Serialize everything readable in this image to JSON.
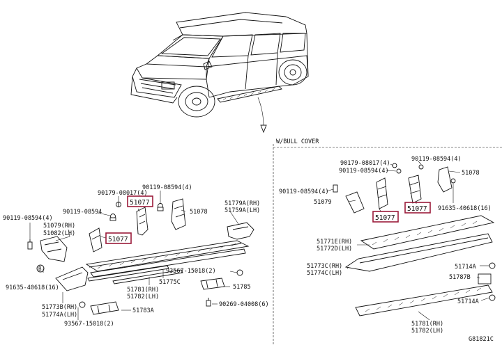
{
  "section_title": "W/BULL COVER",
  "footer_code": "G81821C",
  "callout_letter": "B",
  "colors": {
    "highlight_box": "#9b1b3a",
    "line": "#111111",
    "background": "#ffffff"
  },
  "left": {
    "p90179": "90179-08017(4)",
    "p90119a": "90119-08594(4)",
    "p51077_top": "51077",
    "p51078": "51078",
    "p90119b": "90119-08594",
    "p51077_mid": "51077",
    "p90119c": "90119-08594(4)",
    "p51079": "51079(RH)",
    "p51080": "51082(LH)",
    "p51779a": "51779A(RH)",
    "p51759a": "51759A(LH)",
    "p93567a": "93567-15018(2)",
    "p51775c": "51775C",
    "p51781": "51781(RH)",
    "p51782": "51782(LH)",
    "p51785": "51785",
    "p90269": "90269-04008(6)",
    "p91635": "91635-40618(16)",
    "p51773b": "51773B(RH)",
    "p51774a": "51774A(LH)",
    "p51783a": "51783A",
    "p93567b": "93567-15018(2)"
  },
  "right": {
    "p90179": "90179-08017(4)",
    "p90119a": "90119-08594(4)",
    "p90119b": "90119-08594(4)",
    "p51078": "51078",
    "p90119c": "90119-08594(4)",
    "p51079": "51079",
    "p51077a": "51077",
    "p51077b": "51077",
    "p91635": "91635-40618(16)",
    "p51771e": "51771E(RH)",
    "p51772d": "51772D(LH)",
    "p51773c": "51773C(RH)",
    "p51774c": "51774C(LH)",
    "p51714a_top": "51714A",
    "p51787b": "51787B",
    "p51714a_bot": "51714A",
    "p51781": "51781(RH)",
    "p51782": "51782(LH)"
  }
}
